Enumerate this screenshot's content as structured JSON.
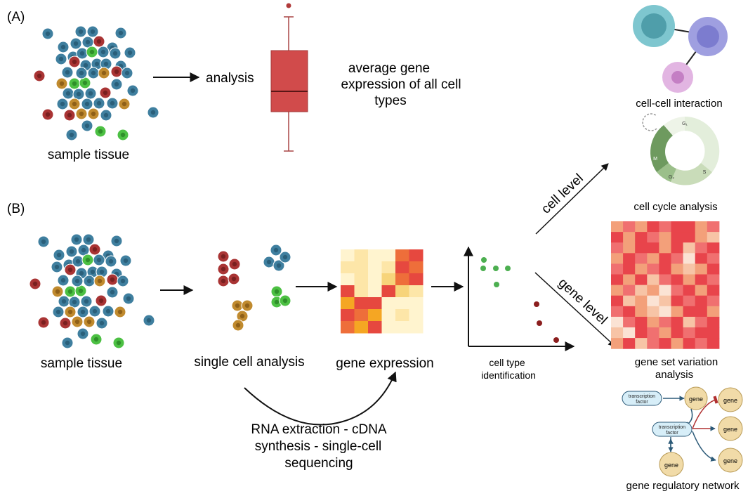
{
  "panel_a": {
    "label": "(A)",
    "sample_label": "sample tissue",
    "analysis_label": "analysis",
    "avg_line1": "average gene",
    "avg_line2": "expression of all cell",
    "avg_line3": "types"
  },
  "panel_b": {
    "label": "(B)",
    "sample_label": "sample tissue",
    "single_cell_label": "single cell analysis",
    "gene_expr_label": "gene expression",
    "rna_line1": "RNA extraction - cDNA",
    "rna_line2": "synthesis - single-cell",
    "rna_line3": "sequencing",
    "cell_type_line1": "cell type",
    "cell_type_line2": "identification",
    "cell_level": "cell level",
    "gene_level": "gene level"
  },
  "outputs": {
    "interaction_label": "cell-cell interaction",
    "cycle_label": "cell cycle analysis",
    "cycle_phases": {
      "g1": "G₁",
      "s": "S",
      "g2": "G₂",
      "m": "M"
    },
    "gsva_line1": "gene set variation",
    "gsva_line2": "analysis",
    "grn_label": "gene regulatory network",
    "grn": {
      "tf_line1": "transcription",
      "tf_line2": "factor",
      "gene": "gene"
    }
  },
  "colors": {
    "blue_cell": "#3f7f9f",
    "red_cell": "#a93434",
    "orange_cell": "#c08a2e",
    "green_cell": "#4cc043",
    "box_fill": "#d14b4b"
  }
}
